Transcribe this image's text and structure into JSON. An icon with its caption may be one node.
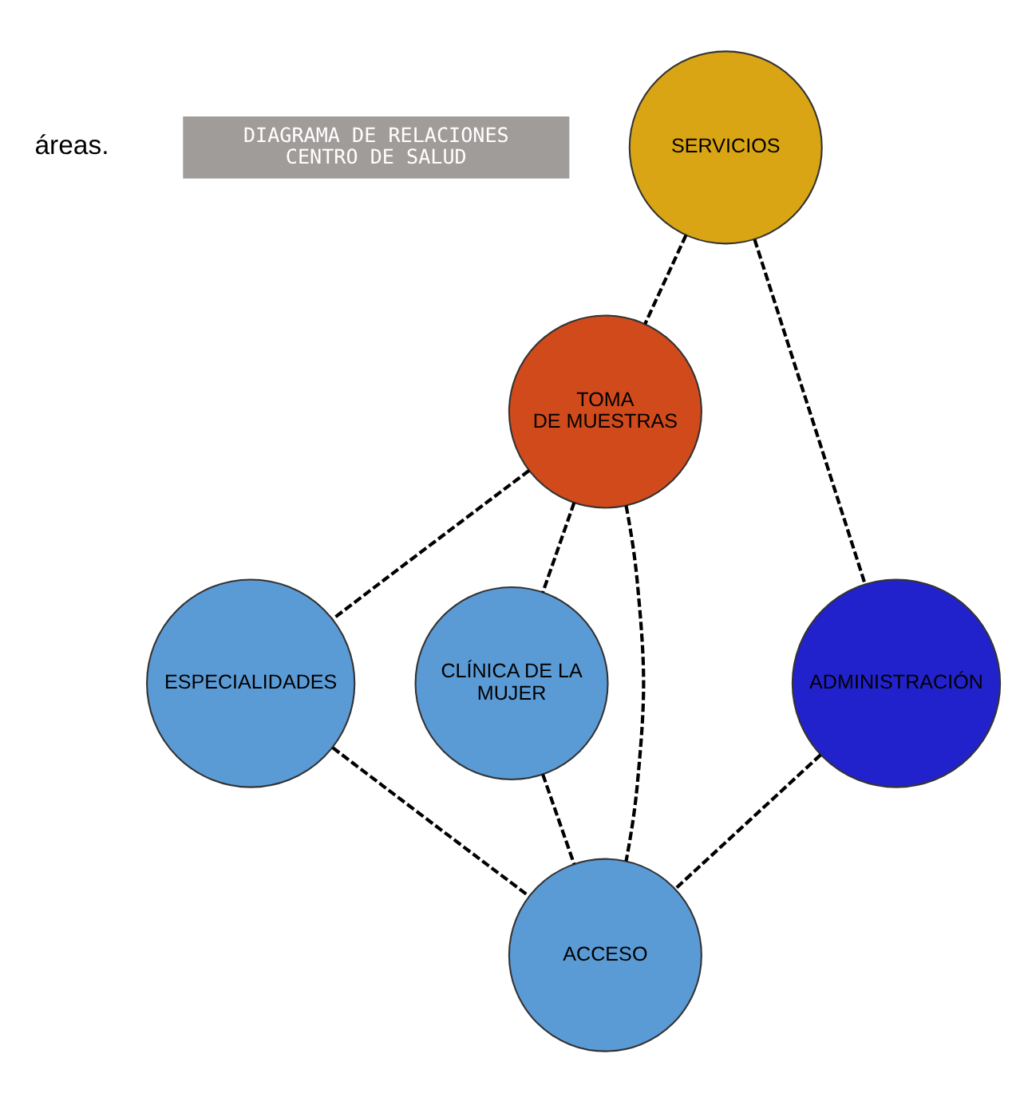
{
  "diagram": {
    "nodes": [
      {
        "text": [
          "DIAGRAMA DE RELACIONES CENTRO DE SALUD"
        ]
      },
      {
        "text": [
          "SERVICIOS"
        ]
      },
      {
        "text": [
          "TOMA DE MUESTRAS"
        ]
      },
      {
        "text": [
          "ESPECIALIDADES"
        ]
      },
      {
        "text": [
          "CLÍNICA DE LA MUJER"
        ]
      },
      {
        "text": [
          "ADMINISTRACIÓN"
        ]
      },
      {
        "text": [
          "ACCESO"
        ]
      }
    ],
    "edges": [
      {
        "from": 1,
        "to": 2,
        "arrow": "none",
        "style": "dashed"
      },
      {
        "from": 1,
        "to": 5,
        "arrow": "none",
        "style": "dashed"
      },
      {
        "from": 2,
        "to": 3,
        "arrow": "none",
        "style": "dashed"
      },
      {
        "from": 2,
        "to": 4,
        "arrow": "none",
        "style": "dashed"
      },
      {
        "from": 2,
        "to": 6,
        "arrow": "none",
        "style": "dashed"
      },
      {
        "from": 3,
        "to": 6,
        "arrow": "none",
        "style": "dashed"
      },
      {
        "from": 4,
        "to": 6,
        "arrow": "none",
        "style": "dashed"
      },
      {
        "from": 5,
        "to": 6,
        "arrow": "none",
        "style": "dashed"
      }
    ],
    "labels": [
      "áreas."
    ]
  }
}
